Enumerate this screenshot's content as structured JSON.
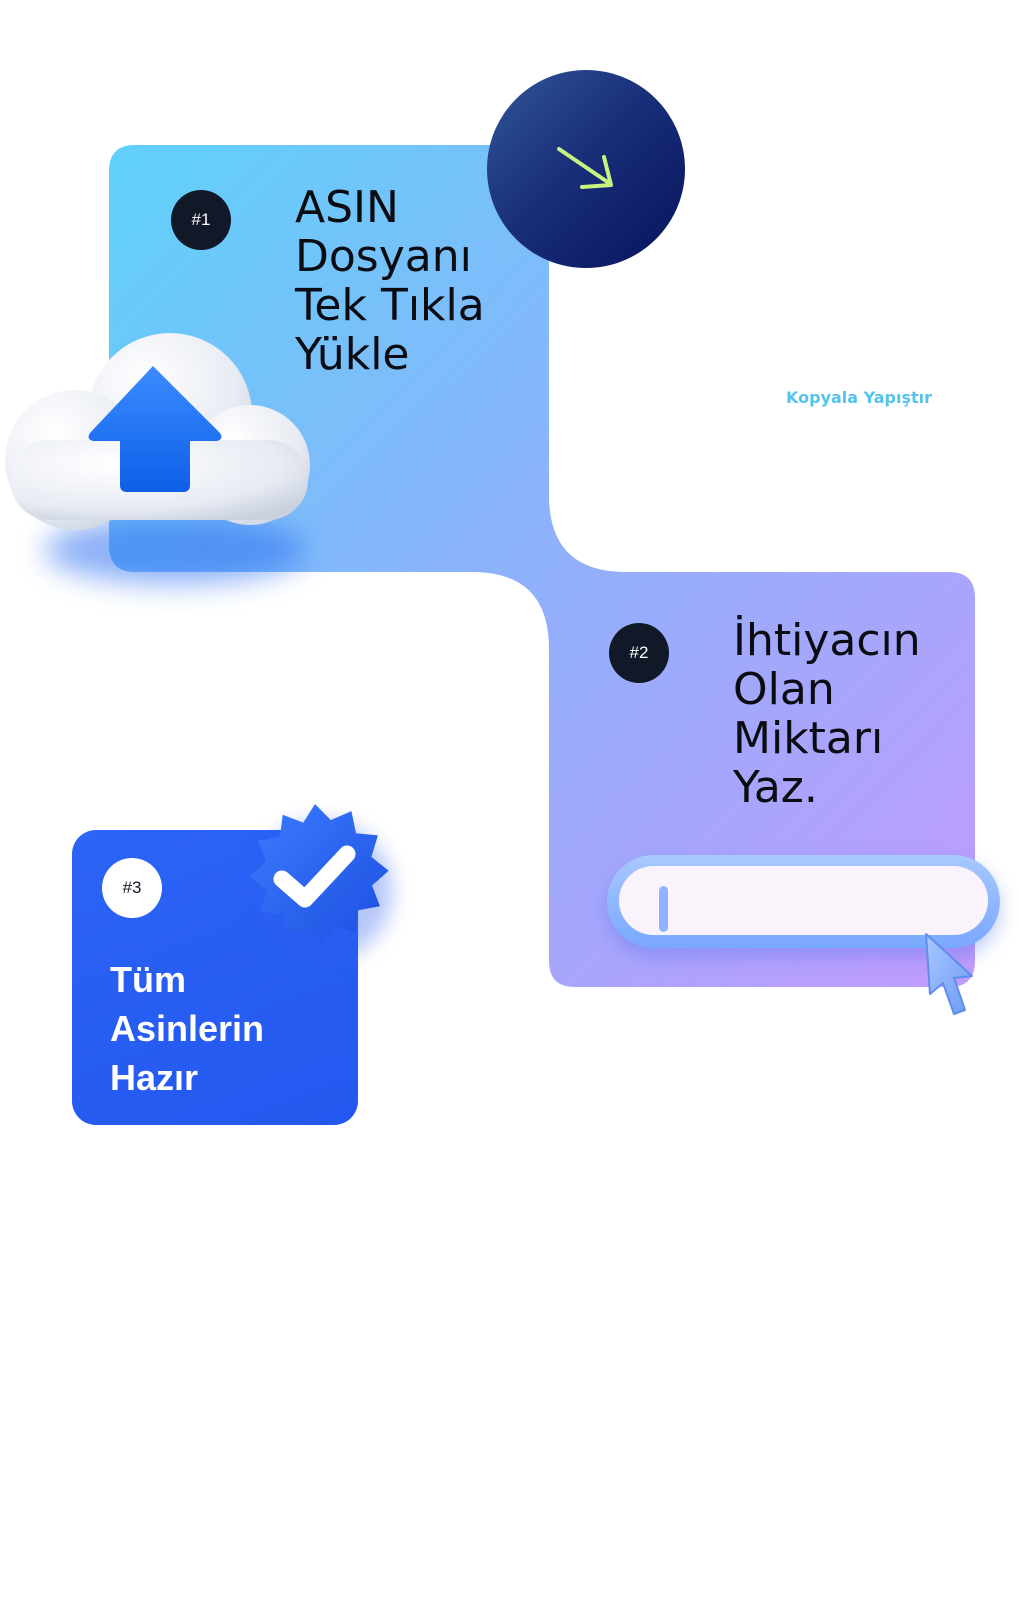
{
  "steps": [
    {
      "number": "#1",
      "title": [
        "ASIN",
        "Dosyanı",
        "Tek Tıkla",
        "Yükle"
      ]
    },
    {
      "number": "#2",
      "title": [
        "İhtiyacın",
        "Olan",
        "Miktarı",
        "Yaz."
      ]
    },
    {
      "number": "#3",
      "title": [
        "Tüm",
        "Asinlerin",
        "Hazır"
      ]
    }
  ],
  "tagline": "Kopyala Yapıştır",
  "icons": {
    "arrow": "arrow-down-right-icon",
    "cloud": "cloud-upload-icon",
    "search": "search-bar-illustration",
    "cursor": "mouse-cursor-icon",
    "verified": "verified-badge-icon"
  },
  "colors": {
    "card_gradient_top": "#60d0fa",
    "card_gradient_mid": "#8fb0fb",
    "card_gradient_bottom": "#c09afc",
    "card3_background": "#2358f0",
    "circle_dark": "#06135e",
    "arrow_accent": "#c8f37f",
    "tagline": "#54c4ec",
    "badge_dark": "#111827"
  }
}
